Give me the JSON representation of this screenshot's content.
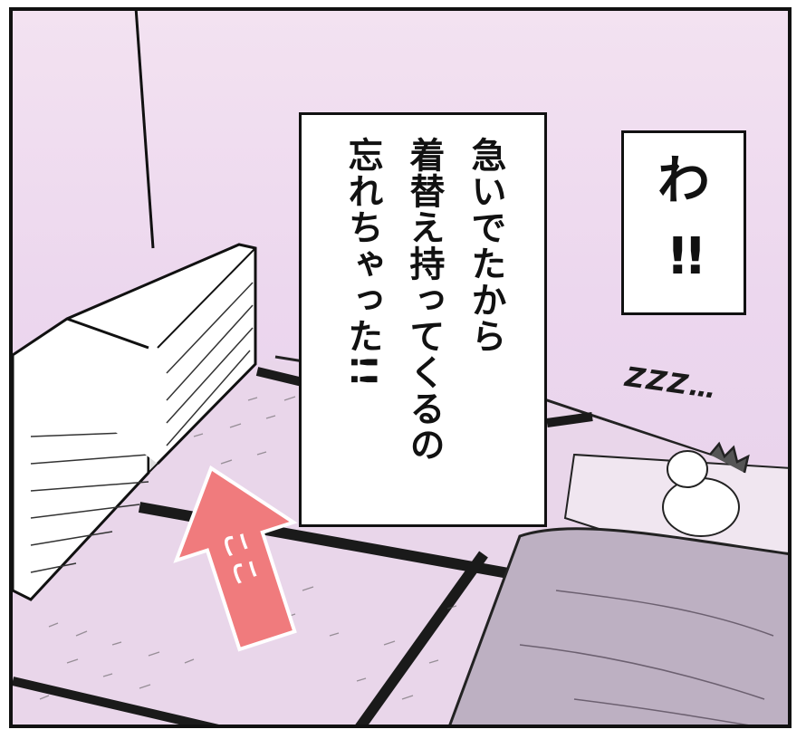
{
  "narration": {
    "lines": [
      "急いでたから",
      "着替え持ってくるの",
      "忘れちゃった!!"
    ]
  },
  "exclaim": {
    "main": "わ",
    "bang": "!!"
  },
  "snore": "ZZZ…",
  "arrow_label": "ここ",
  "colors": {
    "wall": "#f0ddf0",
    "floor": "#e8d4ea",
    "arrow": "#f07b7d",
    "futon": "#bdb0c2",
    "ink": "#111111"
  }
}
